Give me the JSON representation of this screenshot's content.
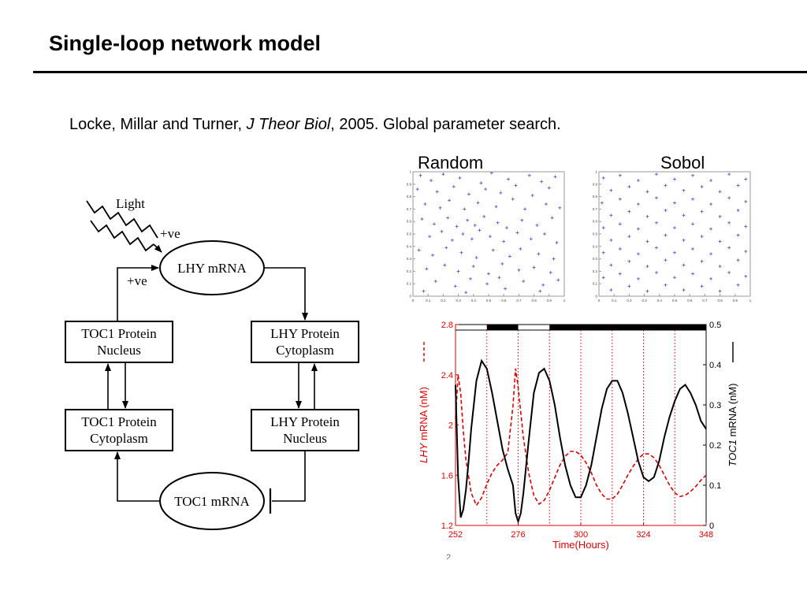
{
  "slide": {
    "title": "Single-loop network model",
    "citation": {
      "before": "Locke, Millar and Turner, ",
      "journal": "J Theor Biol",
      "after": ", 2005. Global parameter search."
    },
    "sample_labels": {
      "random": "Random",
      "sobol": "Sobol"
    }
  },
  "diagram": {
    "light_label": "Light",
    "light_effect": "+ve",
    "feedback_effect": "+ve",
    "nodes": {
      "lhy_mrna": "LHY mRNA",
      "lhy_protein_cyto": [
        "LHY Protein",
        "Cytoplasm"
      ],
      "lhy_protein_nuc": [
        "LHY Protein",
        "Nucleus"
      ],
      "toc1_mrna": "TOC1 mRNA",
      "toc1_protein_cyto": [
        "TOC1 Protein",
        "Cytoplasm"
      ],
      "toc1_protein_nuc": [
        "TOC1 Protein",
        "Nucleus"
      ]
    }
  },
  "chart_data": [
    {
      "type": "scatter",
      "title": "",
      "xlim": [
        0,
        1
      ],
      "ylim": [
        0,
        1
      ],
      "x_ticks": [
        "0",
        "0.1",
        "0.2",
        "0.3",
        "0.4",
        "0.5",
        "0.6",
        "0.7",
        "0.8",
        "0.9",
        "1"
      ],
      "y_ticks": [
        "0",
        "0.1",
        "0.2",
        "0.3",
        "0.4",
        "0.5",
        "0.6",
        "0.7",
        "0.8",
        "0.9",
        "1"
      ],
      "marker": "+",
      "color": "#4a4ad0",
      "points": [
        [
          0.05,
          0.97
        ],
        [
          0.12,
          0.93
        ],
        [
          0.2,
          0.98
        ],
        [
          0.31,
          0.95
        ],
        [
          0.45,
          0.91
        ],
        [
          0.52,
          0.99
        ],
        [
          0.63,
          0.94
        ],
        [
          0.77,
          0.97
        ],
        [
          0.85,
          0.92
        ],
        [
          0.94,
          0.96
        ],
        [
          0.03,
          0.86
        ],
        [
          0.16,
          0.84
        ],
        [
          0.27,
          0.88
        ],
        [
          0.37,
          0.82
        ],
        [
          0.48,
          0.86
        ],
        [
          0.58,
          0.83
        ],
        [
          0.68,
          0.89
        ],
        [
          0.79,
          0.81
        ],
        [
          0.9,
          0.87
        ],
        [
          0.08,
          0.74
        ],
        [
          0.18,
          0.71
        ],
        [
          0.24,
          0.77
        ],
        [
          0.34,
          0.7
        ],
        [
          0.43,
          0.75
        ],
        [
          0.55,
          0.72
        ],
        [
          0.66,
          0.78
        ],
        [
          0.74,
          0.7
        ],
        [
          0.88,
          0.74
        ],
        [
          0.97,
          0.71
        ],
        [
          0.06,
          0.62
        ],
        [
          0.14,
          0.58
        ],
        [
          0.23,
          0.63
        ],
        [
          0.29,
          0.56
        ],
        [
          0.36,
          0.61
        ],
        [
          0.41,
          0.57
        ],
        [
          0.47,
          0.64
        ],
        [
          0.56,
          0.59
        ],
        [
          0.62,
          0.55
        ],
        [
          0.72,
          0.61
        ],
        [
          0.82,
          0.57
        ],
        [
          0.92,
          0.63
        ],
        [
          0.11,
          0.48
        ],
        [
          0.19,
          0.52
        ],
        [
          0.26,
          0.45
        ],
        [
          0.33,
          0.5
        ],
        [
          0.39,
          0.46
        ],
        [
          0.44,
          0.53
        ],
        [
          0.51,
          0.48
        ],
        [
          0.6,
          0.44
        ],
        [
          0.69,
          0.51
        ],
        [
          0.78,
          0.46
        ],
        [
          0.87,
          0.5
        ],
        [
          0.95,
          0.43
        ],
        [
          0.04,
          0.37
        ],
        [
          0.13,
          0.33
        ],
        [
          0.22,
          0.39
        ],
        [
          0.32,
          0.35
        ],
        [
          0.42,
          0.31
        ],
        [
          0.53,
          0.37
        ],
        [
          0.64,
          0.32
        ],
        [
          0.71,
          0.38
        ],
        [
          0.83,
          0.34
        ],
        [
          0.93,
          0.3
        ],
        [
          0.09,
          0.22
        ],
        [
          0.21,
          0.25
        ],
        [
          0.3,
          0.2
        ],
        [
          0.4,
          0.24
        ],
        [
          0.5,
          0.18
        ],
        [
          0.59,
          0.26
        ],
        [
          0.7,
          0.21
        ],
        [
          0.8,
          0.23
        ],
        [
          0.91,
          0.19
        ],
        [
          0.15,
          0.12
        ],
        [
          0.28,
          0.08
        ],
        [
          0.38,
          0.14
        ],
        [
          0.49,
          0.1
        ],
        [
          0.61,
          0.06
        ],
        [
          0.73,
          0.12
        ],
        [
          0.86,
          0.09
        ],
        [
          0.96,
          0.13
        ],
        [
          0.07,
          0.04
        ],
        [
          0.35,
          0.03
        ],
        [
          0.57,
          0.15
        ],
        [
          0.84,
          0.04
        ]
      ]
    },
    {
      "type": "scatter",
      "title": "",
      "xlim": [
        0,
        1
      ],
      "ylim": [
        0,
        1
      ],
      "x_ticks": [
        "0",
        "0.1",
        "0.2",
        "0.3",
        "0.4",
        "0.5",
        "0.6",
        "0.7",
        "0.8",
        "0.9",
        "1"
      ],
      "y_ticks": [
        "0",
        "0.1",
        "0.2",
        "0.3",
        "0.4",
        "0.5",
        "0.6",
        "0.7",
        "0.8",
        "0.9",
        "1"
      ],
      "marker": "+",
      "color": "#4a4ad0",
      "points": [
        [
          0.03,
          0.95
        ],
        [
          0.14,
          0.97
        ],
        [
          0.26,
          0.93
        ],
        [
          0.38,
          0.98
        ],
        [
          0.5,
          0.94
        ],
        [
          0.62,
          0.97
        ],
        [
          0.74,
          0.93
        ],
        [
          0.86,
          0.98
        ],
        [
          0.97,
          0.94
        ],
        [
          0.08,
          0.85
        ],
        [
          0.2,
          0.88
        ],
        [
          0.32,
          0.84
        ],
        [
          0.44,
          0.89
        ],
        [
          0.56,
          0.85
        ],
        [
          0.68,
          0.88
        ],
        [
          0.8,
          0.84
        ],
        [
          0.92,
          0.89
        ],
        [
          0.02,
          0.75
        ],
        [
          0.14,
          0.78
        ],
        [
          0.26,
          0.74
        ],
        [
          0.38,
          0.79
        ],
        [
          0.5,
          0.75
        ],
        [
          0.62,
          0.78
        ],
        [
          0.74,
          0.74
        ],
        [
          0.86,
          0.79
        ],
        [
          0.97,
          0.76
        ],
        [
          0.08,
          0.65
        ],
        [
          0.2,
          0.68
        ],
        [
          0.32,
          0.64
        ],
        [
          0.44,
          0.69
        ],
        [
          0.56,
          0.65
        ],
        [
          0.68,
          0.68
        ],
        [
          0.8,
          0.64
        ],
        [
          0.92,
          0.69
        ],
        [
          0.03,
          0.55
        ],
        [
          0.14,
          0.58
        ],
        [
          0.26,
          0.54
        ],
        [
          0.38,
          0.59
        ],
        [
          0.5,
          0.55
        ],
        [
          0.62,
          0.58
        ],
        [
          0.74,
          0.54
        ],
        [
          0.86,
          0.59
        ],
        [
          0.97,
          0.56
        ],
        [
          0.08,
          0.45
        ],
        [
          0.2,
          0.48
        ],
        [
          0.32,
          0.44
        ],
        [
          0.44,
          0.49
        ],
        [
          0.56,
          0.45
        ],
        [
          0.68,
          0.48
        ],
        [
          0.8,
          0.44
        ],
        [
          0.92,
          0.49
        ],
        [
          0.03,
          0.35
        ],
        [
          0.14,
          0.38
        ],
        [
          0.26,
          0.34
        ],
        [
          0.38,
          0.39
        ],
        [
          0.5,
          0.35
        ],
        [
          0.62,
          0.38
        ],
        [
          0.74,
          0.34
        ],
        [
          0.86,
          0.39
        ],
        [
          0.97,
          0.36
        ],
        [
          0.08,
          0.25
        ],
        [
          0.2,
          0.28
        ],
        [
          0.32,
          0.24
        ],
        [
          0.44,
          0.29
        ],
        [
          0.56,
          0.25
        ],
        [
          0.68,
          0.28
        ],
        [
          0.8,
          0.24
        ],
        [
          0.92,
          0.29
        ],
        [
          0.03,
          0.15
        ],
        [
          0.14,
          0.18
        ],
        [
          0.26,
          0.14
        ],
        [
          0.38,
          0.19
        ],
        [
          0.5,
          0.15
        ],
        [
          0.62,
          0.18
        ],
        [
          0.74,
          0.14
        ],
        [
          0.86,
          0.19
        ],
        [
          0.97,
          0.16
        ],
        [
          0.08,
          0.05
        ],
        [
          0.2,
          0.08
        ],
        [
          0.32,
          0.04
        ],
        [
          0.44,
          0.09
        ],
        [
          0.56,
          0.05
        ],
        [
          0.68,
          0.08
        ],
        [
          0.8,
          0.04
        ],
        [
          0.92,
          0.09
        ]
      ]
    },
    {
      "type": "line",
      "title": "",
      "xlabel": "Time(Hours)",
      "ylabel_left": {
        "gene": "LHY",
        "rest": " mRNA (nM)",
        "color": "#e00000"
      },
      "ylabel_right": {
        "gene": "TOC1",
        "rest": " mRNA (nM)",
        "color": "#000000"
      },
      "xlim": [
        252,
        348
      ],
      "ylim_left": [
        1.2,
        2.8
      ],
      "ylim_right": [
        0,
        0.5
      ],
      "x_ticks": [
        "252",
        "276",
        "300",
        "324",
        "348"
      ],
      "y_left_ticks": [
        "1.2",
        "1.6",
        "2",
        "2.4",
        "2.8"
      ],
      "y_right_ticks": [
        "0",
        "0.1",
        "0.2",
        "0.3",
        "0.4",
        "0.5"
      ],
      "dark_periods": [
        [
          264,
          276
        ],
        [
          288,
          348
        ]
      ],
      "dotted_lines_x": [
        264,
        276,
        288,
        300,
        312,
        324,
        336
      ],
      "series": [
        {
          "axis": "left",
          "color": "#e00000",
          "style": "dashed",
          "x": [
            252,
            253,
            254,
            255,
            256,
            258,
            260,
            262,
            264,
            266,
            268,
            270,
            272,
            274,
            275,
            276,
            277,
            278,
            280,
            282,
            284,
            286,
            288,
            290,
            292,
            294,
            296,
            298,
            300,
            302,
            304,
            306,
            308,
            310,
            312,
            314,
            316,
            318,
            320,
            322,
            324,
            326,
            328,
            330,
            332,
            334,
            336,
            338,
            340,
            342,
            344,
            346,
            348
          ],
          "y": [
            2.05,
            2.4,
            2.25,
            1.95,
            1.72,
            1.46,
            1.36,
            1.42,
            1.53,
            1.62,
            1.68,
            1.72,
            1.78,
            2.15,
            2.45,
            2.3,
            2.1,
            1.9,
            1.62,
            1.44,
            1.37,
            1.4,
            1.48,
            1.58,
            1.68,
            1.75,
            1.79,
            1.79,
            1.76,
            1.7,
            1.62,
            1.52,
            1.45,
            1.41,
            1.41,
            1.45,
            1.52,
            1.6,
            1.67,
            1.73,
            1.77,
            1.77,
            1.74,
            1.68,
            1.6,
            1.52,
            1.46,
            1.43,
            1.44,
            1.47,
            1.51,
            1.56,
            1.6
          ]
        },
        {
          "axis": "right",
          "color": "#000000",
          "style": "solid",
          "x": [
            252,
            253,
            254,
            255,
            256,
            257,
            258,
            260,
            262,
            264,
            266,
            268,
            270,
            272,
            274,
            275,
            276,
            277,
            278,
            280,
            282,
            284,
            286,
            288,
            290,
            292,
            294,
            296,
            298,
            300,
            302,
            304,
            306,
            308,
            310,
            312,
            314,
            316,
            318,
            320,
            322,
            324,
            326,
            328,
            330,
            332,
            334,
            336,
            338,
            340,
            342,
            344,
            346,
            348
          ],
          "y": [
            0.35,
            0.12,
            0.02,
            0.04,
            0.09,
            0.16,
            0.24,
            0.36,
            0.41,
            0.39,
            0.33,
            0.26,
            0.19,
            0.14,
            0.1,
            0.03,
            0.01,
            0.03,
            0.08,
            0.21,
            0.33,
            0.38,
            0.39,
            0.36,
            0.3,
            0.22,
            0.15,
            0.1,
            0.07,
            0.07,
            0.1,
            0.15,
            0.22,
            0.29,
            0.34,
            0.36,
            0.36,
            0.33,
            0.28,
            0.22,
            0.16,
            0.12,
            0.11,
            0.12,
            0.16,
            0.22,
            0.27,
            0.31,
            0.34,
            0.35,
            0.33,
            0.3,
            0.26,
            0.24
          ]
        }
      ]
    }
  ],
  "page_number": "2"
}
